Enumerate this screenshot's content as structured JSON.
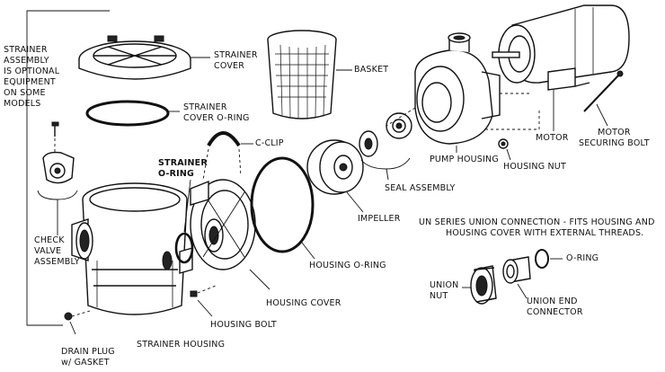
{
  "labels": {
    "strainer_assembly_note": [
      "STRAINER",
      "ASSEMBLY",
      "IS OPTIONAL",
      "EQUIPMENT",
      "ON SOME",
      "MODELS"
    ],
    "strainer_cover": [
      "STRAINER",
      "COVER"
    ],
    "strainer_cover_oring": [
      "STRAINER",
      "COVER O-RING"
    ],
    "basket": "BASKET",
    "c_clip": "C-CLIP",
    "strainer_oring": [
      "STRAINER",
      "O-RING"
    ],
    "check_valve_assembly": [
      "CHECK",
      "VALVE",
      "ASSEMBLY"
    ],
    "drain_plug": [
      "DRAIN PLUG",
      "w/ GASKET"
    ],
    "strainer_housing": "STRAINER HOUSING",
    "housing_bolt": "HOUSING BOLT",
    "housing_cover": "HOUSING COVER",
    "housing_oring": "HOUSING O-RING",
    "impeller": "IMPELLER",
    "seal_assembly": "SEAL ASSEMBLY",
    "pump_housing": "PUMP HOUSING",
    "housing_nut": "HOUSING NUT",
    "motor": "MOTOR",
    "motor_securing_bolt": [
      "MOTOR",
      "SECURING BOLT"
    ],
    "un_series_note": [
      "UN SERIES UNION CONNECTION - FITS HOUSING AND",
      "HOUSING COVER WITH EXTERNAL THREADS."
    ],
    "oring": "O-RING",
    "union_nut": [
      "UNION",
      "NUT"
    ],
    "union_end_connector": [
      "UNION END",
      "CONNECTOR"
    ]
  }
}
